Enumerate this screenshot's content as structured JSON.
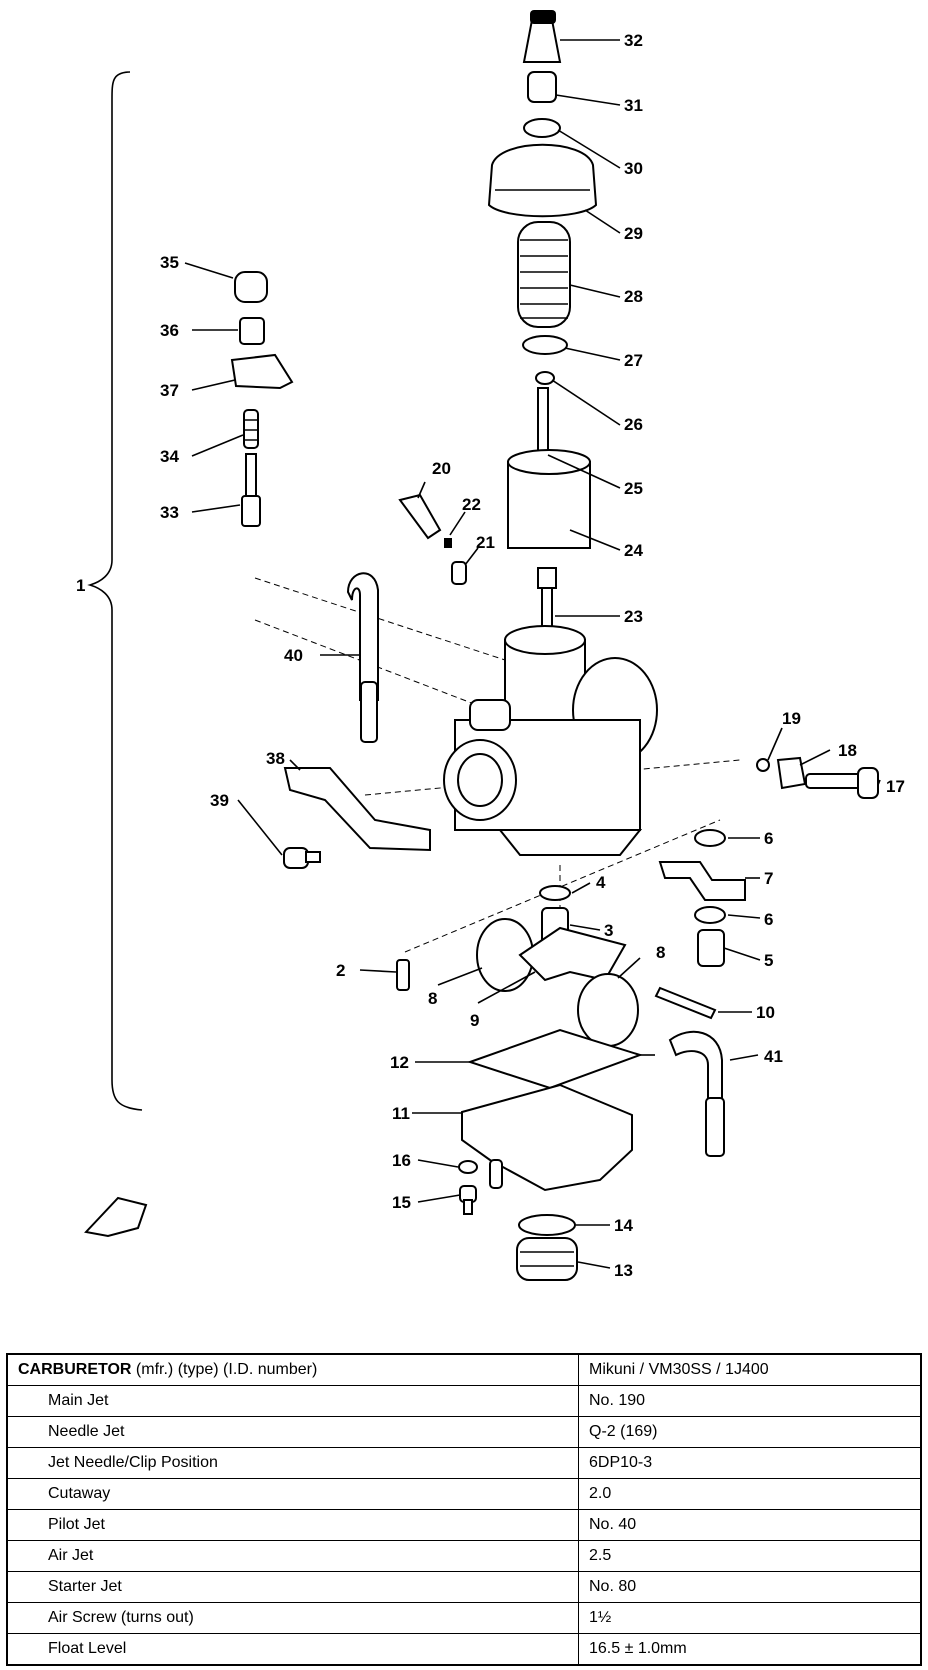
{
  "diagram": {
    "callouts": [
      "1",
      "2",
      "3",
      "4",
      "5",
      "6",
      "6",
      "7",
      "8",
      "8",
      "9",
      "10",
      "11",
      "12",
      "13",
      "14",
      "15",
      "16",
      "17",
      "18",
      "19",
      "20",
      "21",
      "22",
      "23",
      "24",
      "25",
      "26",
      "27",
      "28",
      "29",
      "30",
      "31",
      "32",
      "33",
      "34",
      "35",
      "36",
      "37",
      "38",
      "39",
      "40",
      "41"
    ]
  },
  "table": {
    "header": {
      "main": "CARBURETOR",
      "sub": " (mfr.) (type) (I.D. number)",
      "value": "Mikuni  /  VM30SS  /  1J400"
    },
    "rows": [
      {
        "label": "Main Jet",
        "value": "No. 190"
      },
      {
        "label": "Needle Jet",
        "value": "Q-2 (169)"
      },
      {
        "label": "Jet Needle/Clip Position",
        "value": "6DP10-3"
      },
      {
        "label": "Cutaway",
        "value": "2.0"
      },
      {
        "label": "Pilot Jet",
        "value": "No. 40"
      },
      {
        "label": "Air Jet",
        "value": "2.5"
      },
      {
        "label": "Starter Jet",
        "value": "No. 80"
      },
      {
        "label": "Air Screw (turns out)",
        "value": "1½"
      },
      {
        "label": "Float Level",
        "value": "16.5 ± 1.0mm"
      }
    ]
  }
}
